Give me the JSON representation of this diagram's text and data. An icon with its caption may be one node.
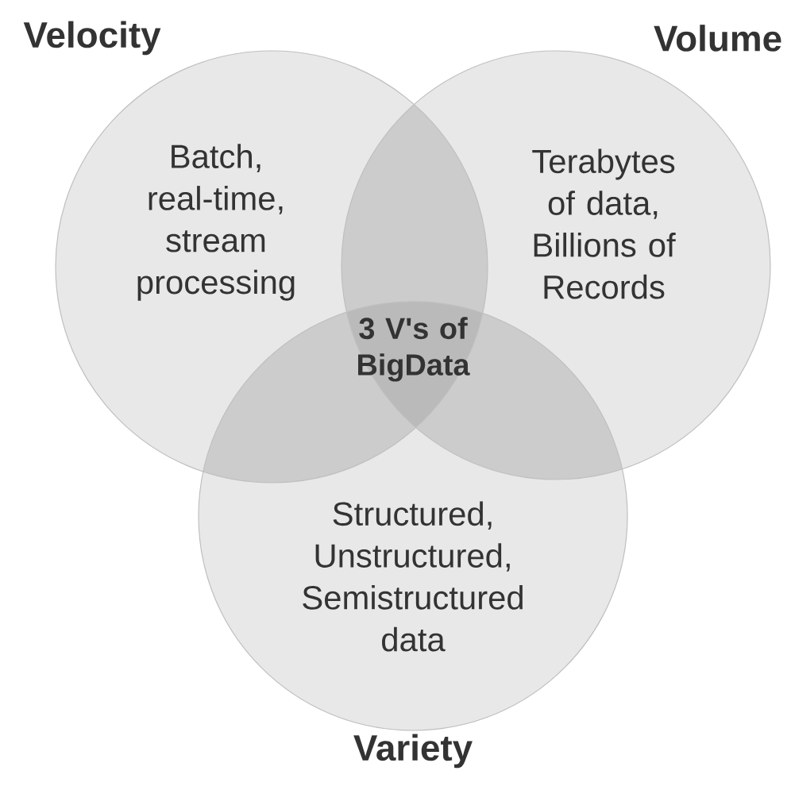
{
  "diagram": {
    "nodes": [
      {
        "text": [
          "Velocity",
          "Batch, real-time, stream processing"
        ]
      },
      {
        "text": [
          "Volume",
          "Terabytes of data, Billions of Records"
        ]
      },
      {
        "text": [
          "Structured, Unstructured, Semistructured data",
          "Variety"
        ]
      }
    ],
    "labels": [
      "3 V's of BigData"
    ]
  }
}
